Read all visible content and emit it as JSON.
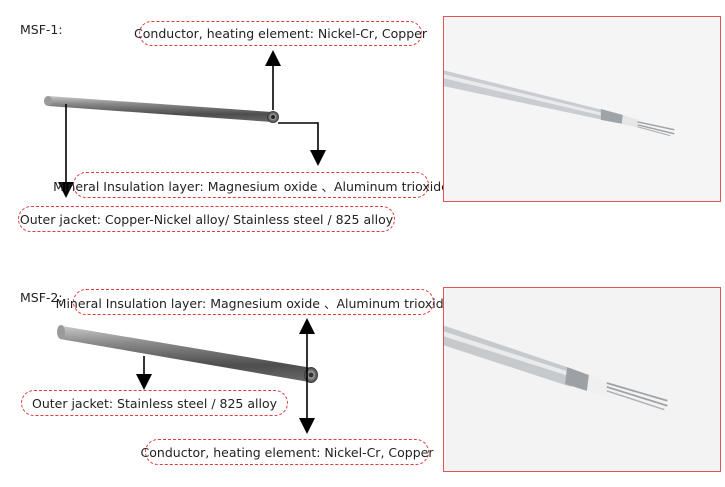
{
  "msf1": {
    "title": "MSF-1:",
    "conductor_label": "Conductor, heating element: Nickel-Cr, Copper",
    "insulation_label": "Mineral Insulation layer: Magnesium oxide 、Aluminum trioxide",
    "jacket_label": "Outer jacket: Copper-Nickel alloy/ Stainless steel / 825 alloy"
  },
  "msf2": {
    "title": "MSF-2:",
    "insulation_label": "Mineral Insulation layer: Magnesium oxide 、Aluminum trioxide",
    "jacket_label": "Outer jacket:  Stainless steel / 825 alloy",
    "conductor_label": "Conductor, heating element: Nickel-Cr, Copper"
  },
  "colors": {
    "accent": "#e03a3a",
    "frame": "#e05555"
  }
}
